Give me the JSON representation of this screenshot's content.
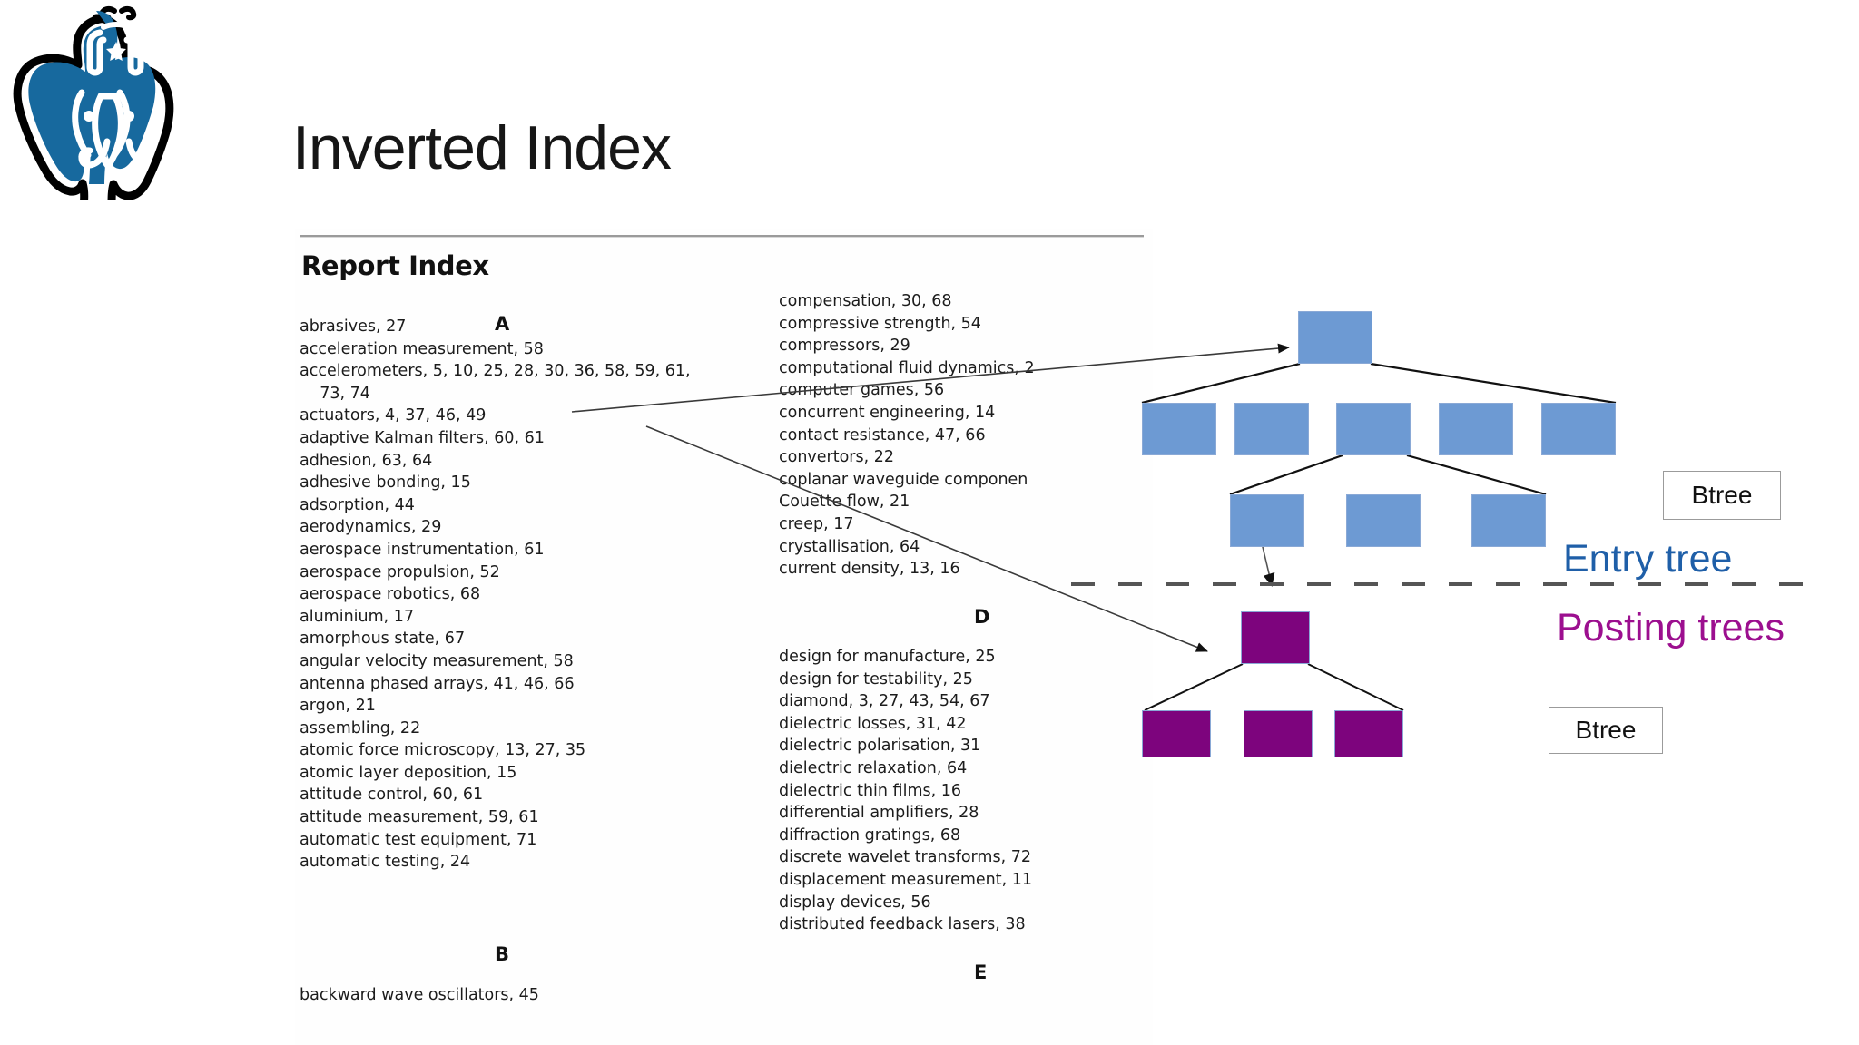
{
  "slide": {
    "title": "Inverted Index",
    "logo_icon": "postgresql-elephant-logo"
  },
  "index_document": {
    "heading": "Report Index",
    "sections": [
      {
        "letter": "A"
      },
      {
        "letter": "B"
      },
      {
        "letter": "D"
      },
      {
        "letter": "E"
      }
    ],
    "column_a_entries": "abrasives, 27\nacceleration measurement, 58\naccelerometers, 5, 10, 25, 28, 30, 36, 58, 59, 61,\n    73, 74\nactuators, 4, 37, 46, 49\nadaptive Kalman filters, 60, 61\nadhesion, 63, 64\nadhesive bonding, 15\nadsorption, 44\naerodynamics, 29\naerospace instrumentation, 61\naerospace propulsion, 52\naerospace robotics, 68\naluminium, 17\namorphous state, 67\nangular velocity measurement, 58\nantenna phased arrays, 41, 46, 66\nargon, 21\nassembling, 22\natomic force microscopy, 13, 27, 35\natomic layer deposition, 15\nattitude control, 60, 61\nattitude measurement, 59, 61\nautomatic test equipment, 71\nautomatic testing, 24",
    "column_b_entries": "backward wave oscillators, 45",
    "column_c_entries": "compensation, 30, 68\ncompressive strength, 54\ncompressors, 29\ncomputational fluid dynamics, 2\ncomputer games, 56\nconcurrent engineering, 14\ncontact resistance, 47, 66\nconvertors, 22\ncoplanar waveguide componen\nCouette flow, 21\ncreep, 17\ncrystallisation, 64\ncurrent density, 13, 16",
    "column_d_entries": "design for manufacture, 25\ndesign for testability, 25\ndiamond, 3, 27, 43, 54, 67\ndielectric losses, 31, 42\ndielectric polarisation, 31\ndielectric relaxation, 64\ndielectric thin films, 16\ndifferential amplifiers, 28\ndiffraction gratings, 68\ndiscrete wavelet transforms, 72\ndisplacement measurement, 11\ndisplay devices, 56\ndistributed feedback lasers, 38"
  },
  "diagram": {
    "entry_tree_label": "Entry tree",
    "posting_trees_label": "Posting trees",
    "btree_label_top": "Btree",
    "btree_label_bottom": "Btree",
    "colors": {
      "entry_node": "#6d9ad3",
      "posting_node": "#7d047d",
      "entry_label": "#1f5fa8",
      "posting_label": "#9c0f8f",
      "divider": "#555555"
    },
    "entry_tree": {
      "levels": [
        {
          "name": "root",
          "count": 1
        },
        {
          "name": "internal",
          "count": 5
        },
        {
          "name": "leaf",
          "count": 3
        }
      ]
    },
    "posting_tree": {
      "levels": [
        {
          "name": "root",
          "count": 1
        },
        {
          "name": "leaf",
          "count": 3
        }
      ]
    }
  }
}
